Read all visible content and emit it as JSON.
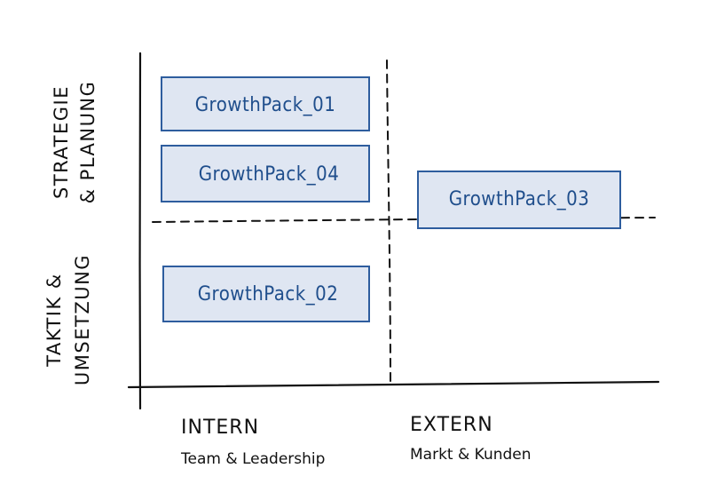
{
  "columns": [
    {
      "title": "INTERN",
      "subtitle": "Team & Leadership"
    },
    {
      "title": "EXTERN",
      "subtitle": "Markt & Kunden"
    }
  ],
  "rows": [
    {
      "line1": "STRATEGIE",
      "line2": "& PLANUNG"
    },
    {
      "line1": "TAKTIK &",
      "line2": "UMSETZUNG"
    }
  ],
  "packs": [
    {
      "label": "GrowthPack_01"
    },
    {
      "label": "GrowthPack_04"
    },
    {
      "label": "GrowthPack_03"
    },
    {
      "label": "GrowthPack_02"
    }
  ],
  "colors": {
    "box_fill": "#dfe6f2",
    "box_stroke": "#2e5d9e",
    "box_text": "#1f4e8c",
    "ink": "#111111"
  }
}
